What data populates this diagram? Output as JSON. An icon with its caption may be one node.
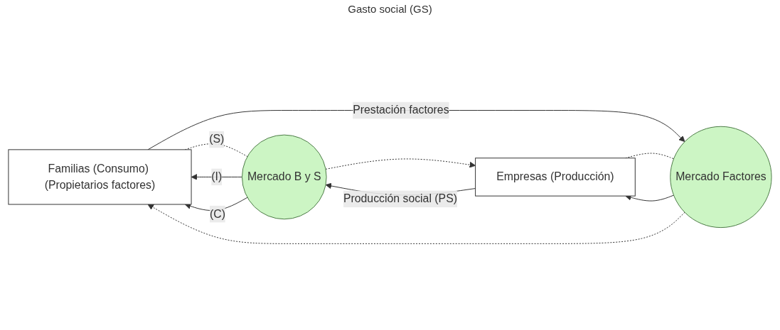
{
  "diagram": {
    "nodes": [
      {
        "text": [
          "Familias (Consumo) (Propietarios factores)"
        ]
      },
      {
        "text": [
          "Mercado B y S"
        ]
      },
      {
        "text": [
          "Empresas (Producción)"
        ]
      },
      {
        "text": [
          "Mercado Factores"
        ]
      }
    ],
    "edges": [
      {
        "from": 2,
        "to": 1,
        "arrow": "to",
        "label": "Producción social (PS)"
      },
      {
        "from": 1,
        "to": 0,
        "arrow": "to",
        "label": "(I)"
      },
      {
        "from": 1,
        "to": 0,
        "arrow": "to",
        "label": "(C)"
      },
      {
        "from": 0,
        "to": 1,
        "arrow": "none",
        "style": "dashed",
        "label": "(S)"
      },
      {
        "from": 1,
        "to": 2,
        "arrow": "to",
        "style": "dashed"
      },
      {
        "from": 0,
        "to": 3,
        "arrow": "to",
        "label": "Prestación factores"
      },
      {
        "from": 3,
        "to": 2,
        "arrow": "to"
      },
      {
        "from": 2,
        "to": 3,
        "arrow": "none",
        "style": "dashed"
      },
      {
        "from": 3,
        "to": 0,
        "arrow": "to",
        "style": "dashed"
      }
    ],
    "labels": [
      "Gasto social (GS)"
    ]
  }
}
